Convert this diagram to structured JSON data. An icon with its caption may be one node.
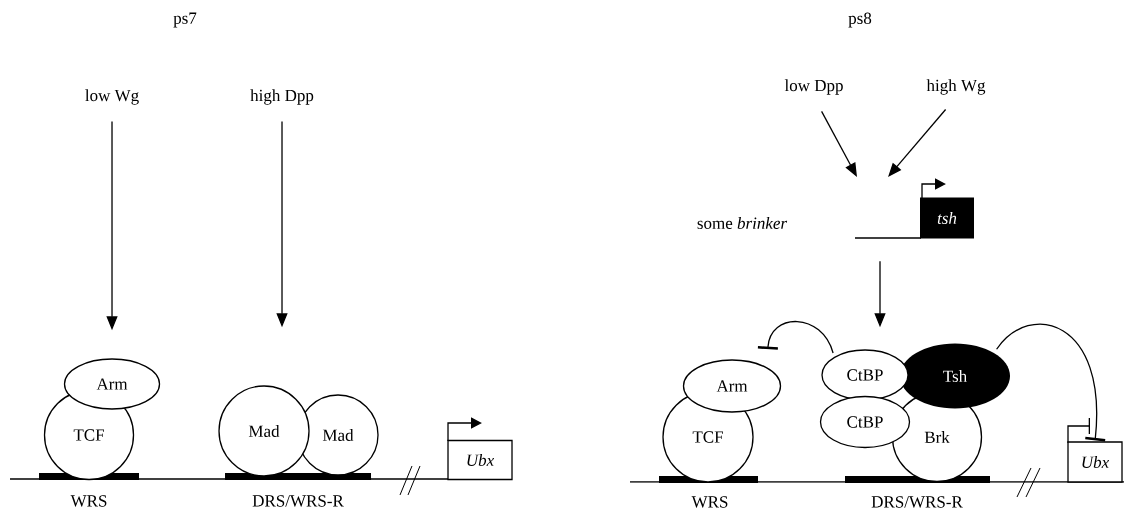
{
  "diagram": {
    "nodes": [
      {
        "text": [
          "low Wg"
        ]
      },
      {
        "text": [
          "high Dpp"
        ]
      },
      {
        "text": [
          "Arm"
        ]
      },
      {
        "text": [
          "TCF"
        ]
      },
      {
        "text": [
          "Mad"
        ]
      },
      {
        "text": [
          "Mad"
        ]
      },
      {
        "text": [
          "Ubx"
        ]
      },
      {
        "text": [
          "low Dpp"
        ]
      },
      {
        "text": [
          "high Wg"
        ]
      },
      {
        "text": [
          "tsh"
        ]
      },
      {
        "text": [
          "Arm"
        ]
      },
      {
        "text": [
          "TCF"
        ]
      },
      {
        "text": [
          "CtBP"
        ]
      },
      {
        "text": [
          "Tsh"
        ]
      },
      {
        "text": [
          "CtBP"
        ]
      },
      {
        "text": [
          "Brk"
        ]
      },
      {
        "text": [
          "Ubx"
        ]
      }
    ],
    "edges": [
      {
        "from": 0,
        "to": 2,
        "arrow": "to"
      },
      {
        "from": 1,
        "to": 4,
        "arrow": "to"
      },
      {
        "from": 7,
        "to": null,
        "arrow": "to"
      },
      {
        "from": 8,
        "to": null,
        "arrow": "to"
      },
      {
        "from": 9,
        "to": 12,
        "arrow": "to"
      },
      {
        "from": 12,
        "to": 10,
        "arrow": "other"
      },
      {
        "from": 13,
        "to": 16,
        "arrow": "other"
      }
    ],
    "labels": [
      "ps7",
      "ps8",
      "some *brinker*",
      "WRS",
      "DRS/WRS-R",
      "WRS",
      "DRS/WRS-R"
    ]
  }
}
